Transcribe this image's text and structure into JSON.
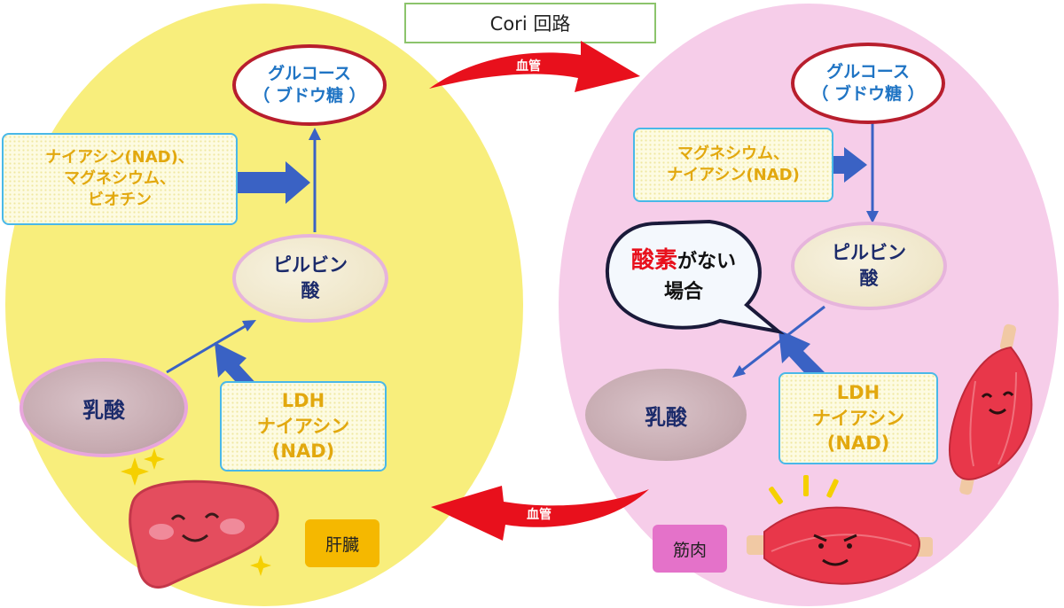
{
  "title": "Cori 回路",
  "vessel_label": "血管",
  "glucose": {
    "line1": "グルコース",
    "line2": "（ ブドウ糖 ）"
  },
  "liver": {
    "cofactors": [
      "ナイアシン(NAD)、",
      "マグネシウム、",
      "ビオチン"
    ],
    "pyruvate": [
      "ピルビン",
      "酸"
    ],
    "lactate": "乳酸",
    "enzyme": [
      "LDH",
      "ナイアシン",
      "(NAD)"
    ],
    "organ_label": "肝臓"
  },
  "muscle": {
    "cofactors": [
      "マグネシウム、",
      "ナイアシン(NAD)"
    ],
    "pyruvate": [
      "ピルビン",
      "酸"
    ],
    "lactate": "乳酸",
    "enzyme": [
      "LDH",
      "ナイアシン",
      "(NAD)"
    ],
    "organ_label": "筋肉",
    "bubble": {
      "highlight": "酸素",
      "rest": "がない",
      "line2": "場合"
    }
  },
  "colors": {
    "liver_bg": "#f8ee7c",
    "muscle_bg": "#f6cde9",
    "glucose_border": "#b81e2d",
    "glucose_text": "#1f74c4",
    "cofactor_text": "#e2a80e",
    "arrow_blue": "#3a62c4",
    "vessel_red": "#e8101c",
    "liver_label_bg": "#f5b800",
    "muscle_label_bg": "#e472c9"
  },
  "icons": [
    "liver-character-icon",
    "muscle-character-icon",
    "sparkle-icon"
  ]
}
